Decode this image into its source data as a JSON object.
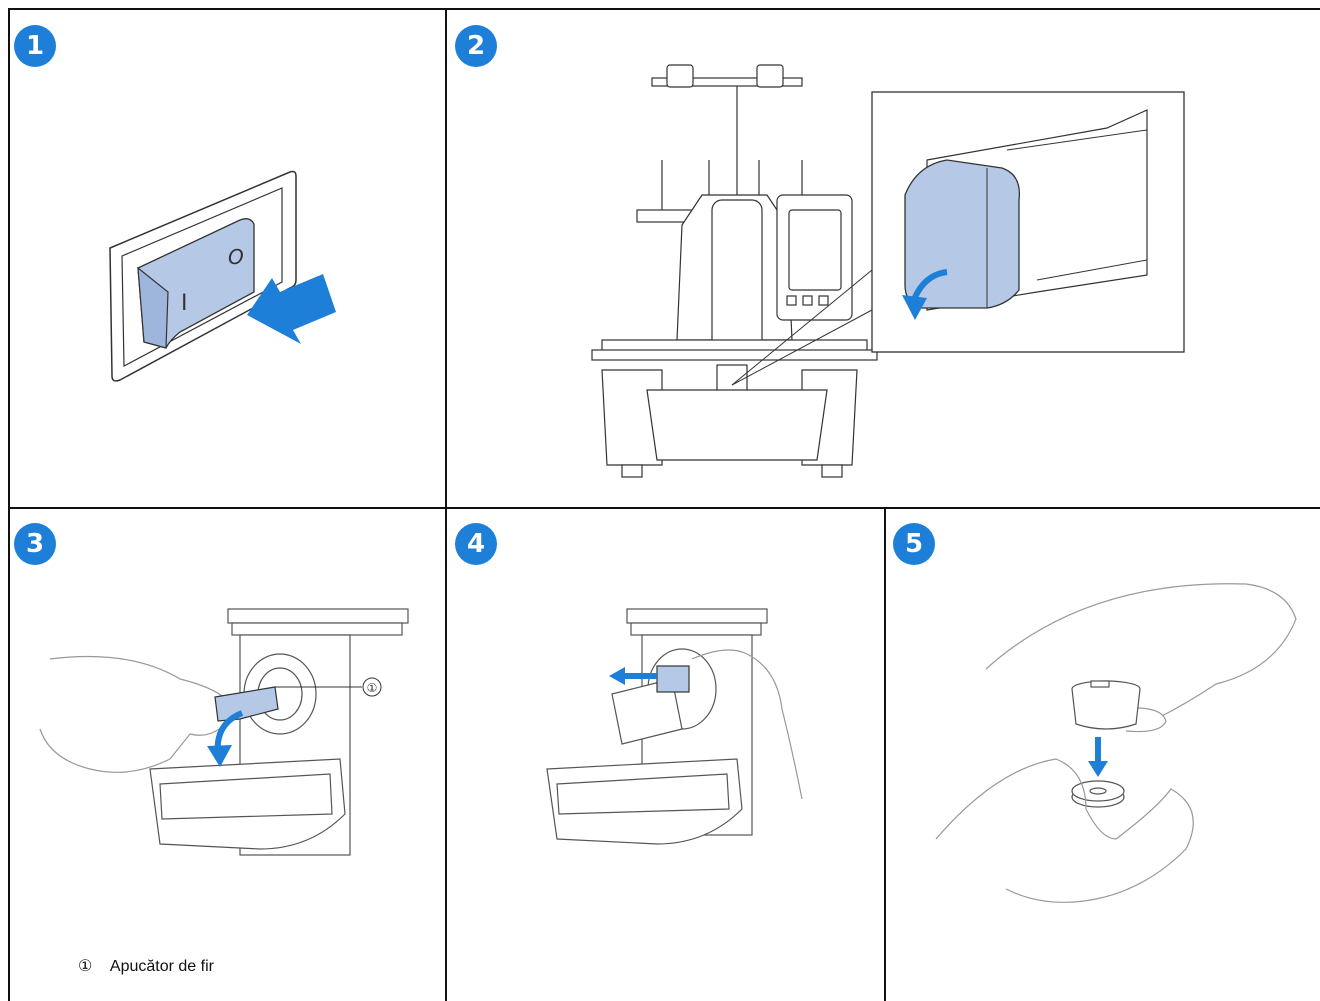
{
  "colors": {
    "accent": "#1e7fd8",
    "part_fill": "#b5c8e6",
    "line": "#555555",
    "arrow": "#1e7fd8"
  },
  "steps": [
    {
      "number": "1",
      "label_on": "I",
      "label_off": "O"
    },
    {
      "number": "2"
    },
    {
      "number": "3",
      "callout_marker": "①"
    },
    {
      "number": "4"
    },
    {
      "number": "5"
    }
  ],
  "legend": {
    "marker": "①",
    "text": "Apucător de fir"
  },
  "icons": [
    "power-switch-icon",
    "embroidery-machine-icon",
    "bobbin-cover-icon",
    "hand-icon",
    "arrow-icon",
    "bobbin-case-icon",
    "bobbin-icon"
  ]
}
